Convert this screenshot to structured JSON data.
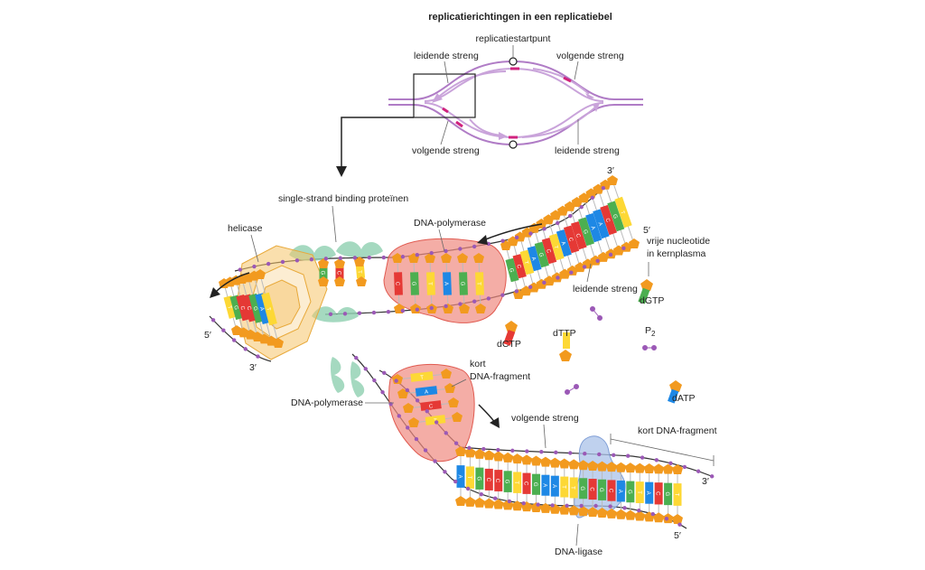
{
  "title": "replicatierichtingen in een replicatiebel",
  "labels": {
    "origin": "replicatiestartpunt",
    "leading_top": "leidende streng",
    "lagging_top": "volgende streng",
    "lagging_bottom": "volgende streng",
    "leading_bottom": "leidende streng",
    "ssb": "single-strand binding proteïnen",
    "helicase": "helicase",
    "polymerase_top": "DNA-polymerase",
    "polymerase_bottom": "DNA-polymerase",
    "free_nucleotide_1": "vrije nucleotide",
    "free_nucleotide_2": "in kernplasma",
    "leading_main": "leidende streng",
    "pp": "P",
    "pp_sub": "2",
    "short_fragment_1": "kort",
    "short_fragment_2": "DNA-fragment",
    "lagging_main": "volgende streng",
    "short_fragment_right": "kort DNA-fragment",
    "ligase": "DNA-ligase",
    "end_3_top": "3′",
    "end_5_top": "5′",
    "end_5_left": "5′",
    "end_3_left": "3′",
    "end_3_right": "3′",
    "end_5_right": "5′",
    "ntp_g": "dGTP",
    "ntp_c": "dCTP",
    "ntp_t": "dTTP",
    "ntp_a": "dATP"
  },
  "colors": {
    "backbone_orange": "#f29a1f",
    "phosphate_purple": "#9b59b6",
    "base_green": "#4caf50",
    "base_red": "#e53935",
    "base_yellow": "#fdd835",
    "base_blue": "#1e88e5",
    "polymerase": "#f08a80",
    "helicase": "#f6c46a",
    "ssb": "#8fcfb0",
    "ligase": "#a9c1e8",
    "bubble_strand": "#b07cc6"
  },
  "base_letters": {
    "top_left_inner": [
      "T",
      "G",
      "C",
      "C",
      "G",
      "A",
      "T"
    ],
    "top_mid": [
      "G",
      "C",
      "T"
    ],
    "top_poly": [
      "C",
      "G",
      "T",
      "A",
      "G",
      "T"
    ],
    "top_right": [
      "G",
      "C",
      "T",
      "A",
      "G",
      "C",
      "T",
      "A",
      "C",
      "C",
      "G",
      "A",
      "A",
      "C",
      "G",
      "T"
    ],
    "lower_poly": [
      "T",
      "A",
      "C",
      "T"
    ],
    "lower_right": [
      "A",
      "T",
      "G",
      "C",
      "C",
      "G",
      "T",
      "C",
      "G",
      "A",
      "A",
      "T",
      "T",
      "G",
      "C",
      "G",
      "C",
      "A",
      "G",
      "T",
      "A",
      "C",
      "G",
      "T"
    ]
  }
}
